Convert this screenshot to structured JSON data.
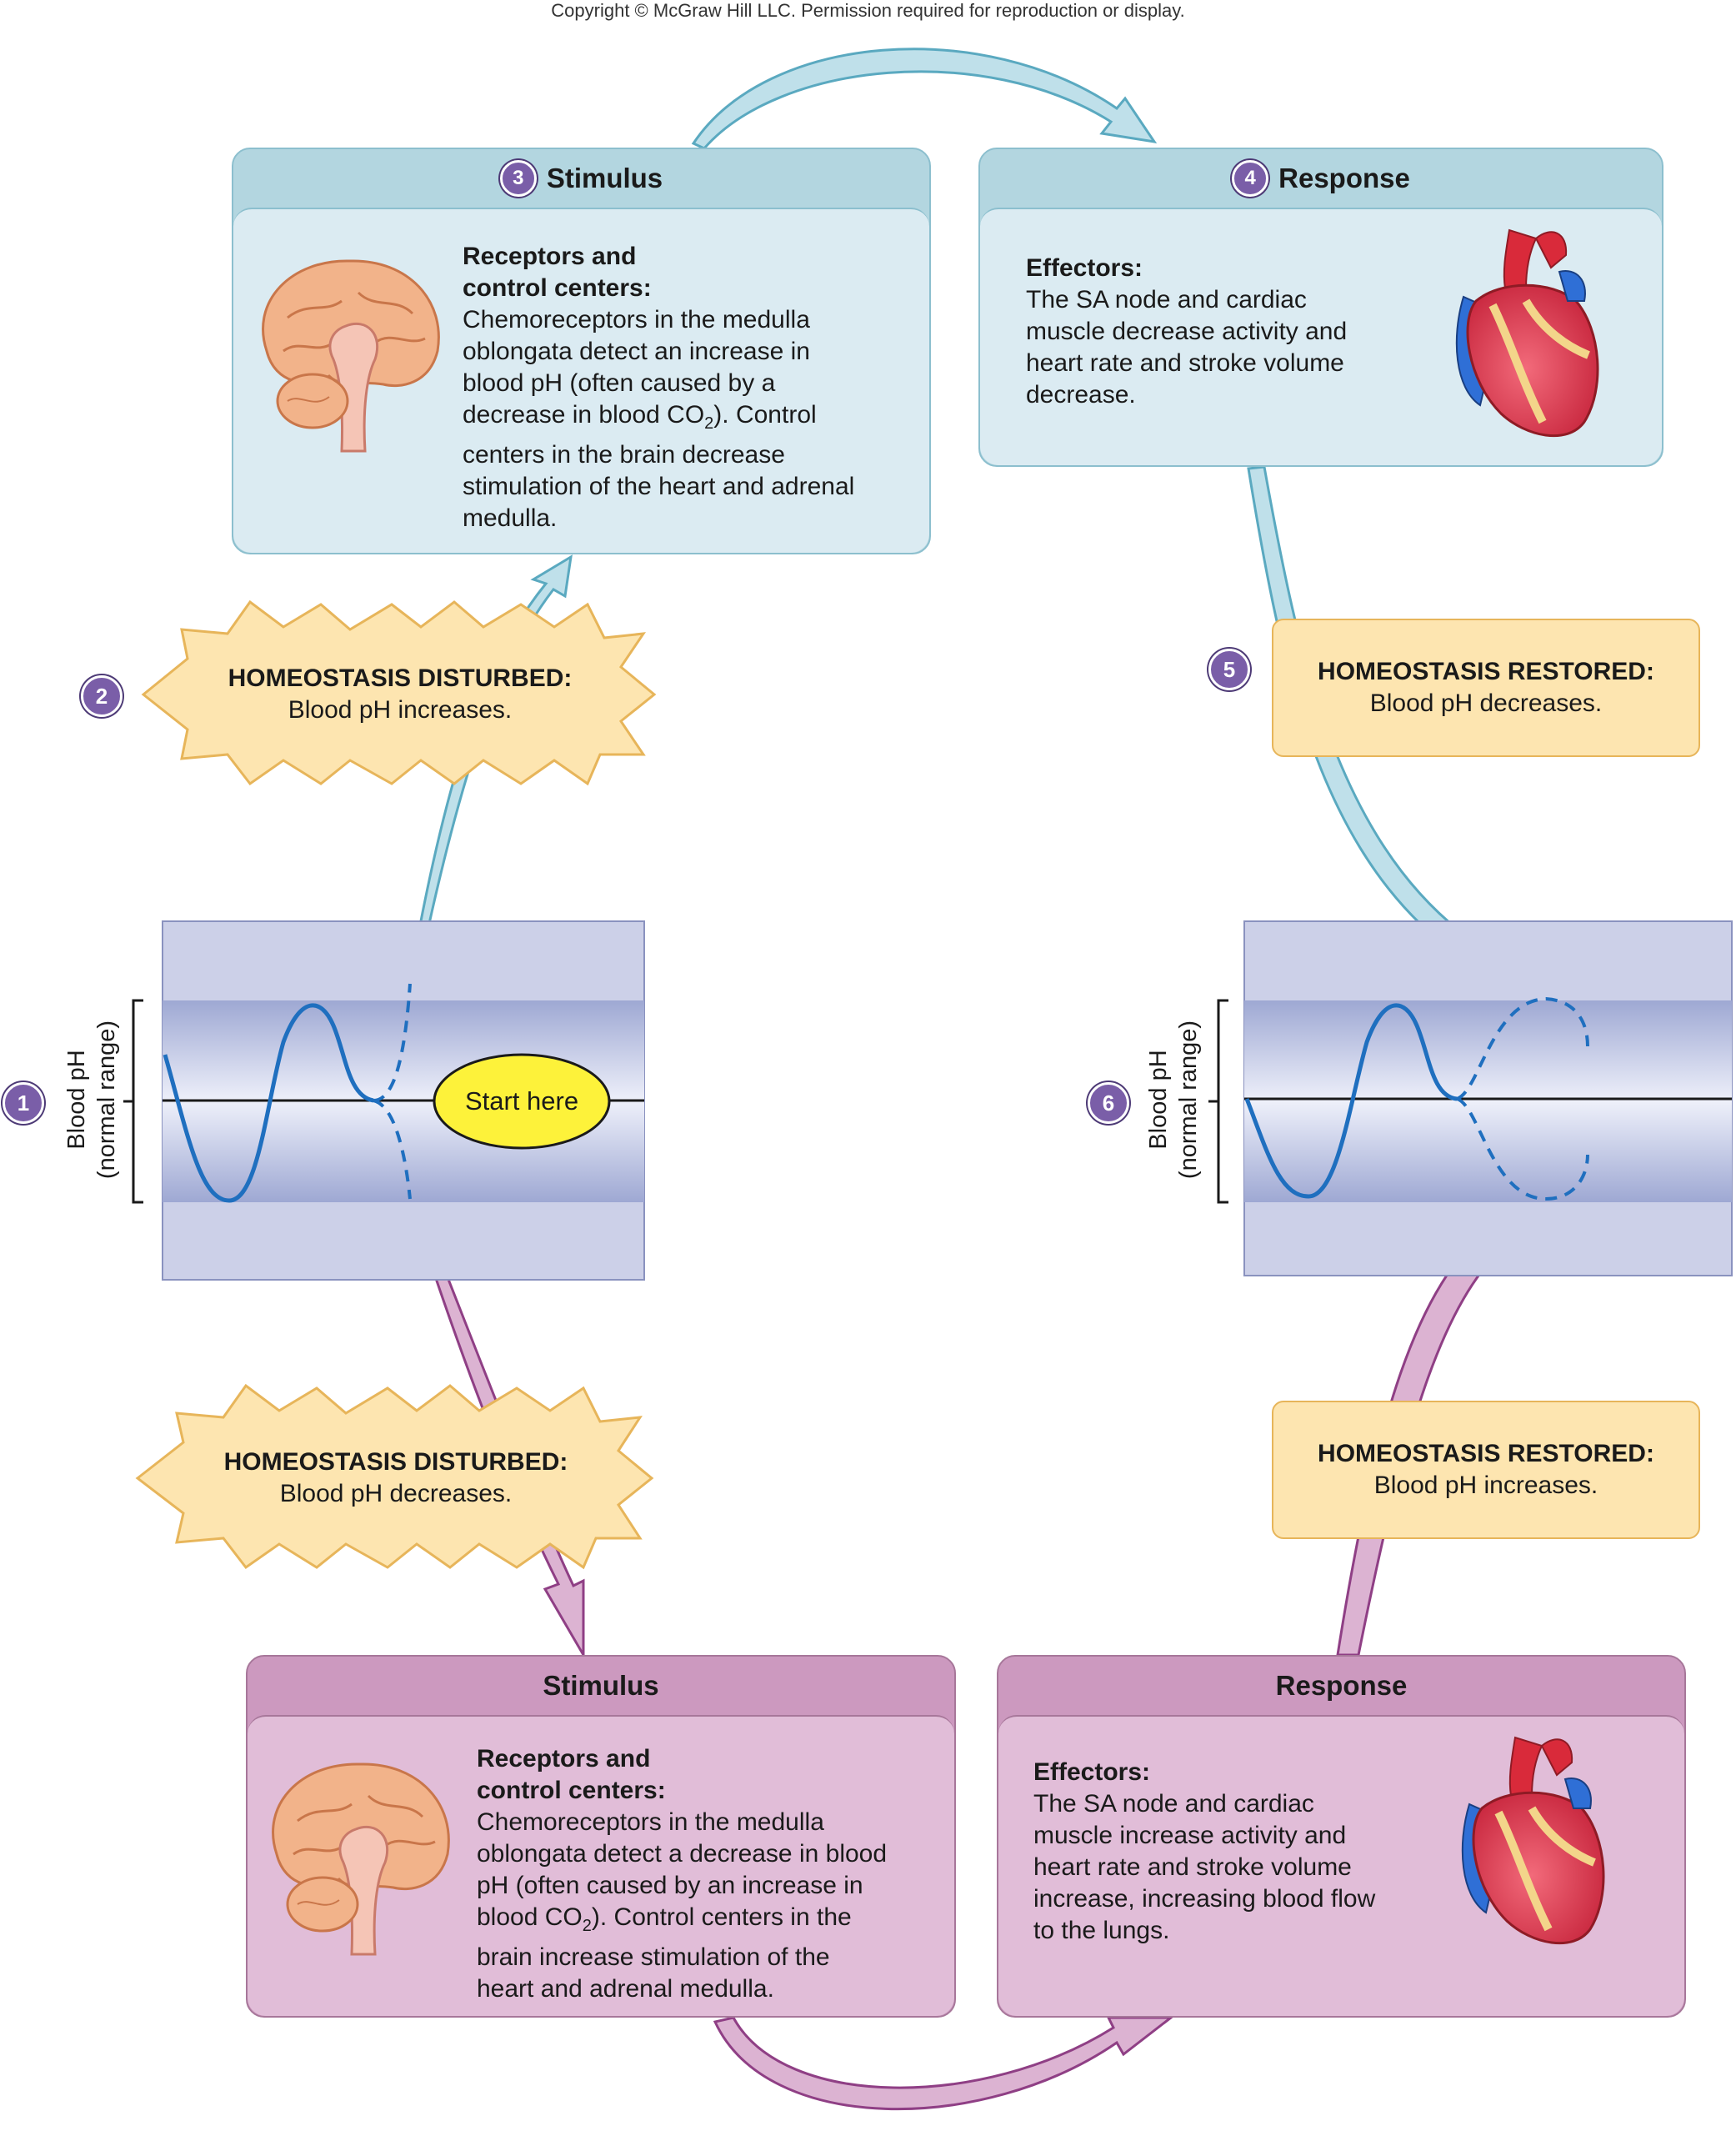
{
  "copyright": "Copyright © McGraw Hill LLC. Permission required for reproduction or display.",
  "steps": {
    "s1": "1",
    "s2": "2",
    "s3": "3",
    "s4": "4",
    "s5": "5",
    "s6": "6"
  },
  "top": {
    "stimulus": {
      "title": "Stimulus",
      "subtitle_l1": "Receptors and",
      "subtitle_l2": "control centers:",
      "lines": [
        "Chemoreceptors in the medulla",
        "oblongata detect an increase in",
        "blood pH (often caused by a",
        "decrease in blood CO",
        "). Control",
        "centers in the brain decrease",
        "stimulation of the heart and adrenal",
        "medulla."
      ],
      "co2_sub": "2"
    },
    "response": {
      "title": "Response",
      "effectors": "Effectors:",
      "lines": [
        "The SA node and cardiac",
        "muscle decrease activity and",
        "heart rate and stroke volume",
        "decrease."
      ]
    },
    "disturbed": {
      "title": "HOMEOSTASIS DISTURBED:",
      "text": "Blood pH increases."
    },
    "restored": {
      "title": "HOMEOSTASIS RESTORED:",
      "text": "Blood pH decreases."
    }
  },
  "bottom": {
    "stimulus": {
      "title": "Stimulus",
      "subtitle_l1": "Receptors and",
      "subtitle_l2": "control centers:",
      "lines": [
        "Chemoreceptors in the medulla",
        "oblongata detect a decrease in blood",
        "pH (often caused by an increase in",
        "blood CO",
        "). Control centers in the",
        "brain increase stimulation of the",
        "heart and adrenal medulla."
      ],
      "co2_sub": "2"
    },
    "response": {
      "title": "Response",
      "effectors": "Effectors:",
      "lines": [
        "The SA node and cardiac",
        "muscle increase activity and",
        "heart rate and stroke volume",
        "increase, increasing blood flow",
        "to the lungs."
      ]
    },
    "disturbed": {
      "title": "HOMEOSTASIS DISTURBED:",
      "text": "Blood pH decreases."
    },
    "restored": {
      "title": "HOMEOSTASIS RESTORED:",
      "text": "Blood pH increases."
    }
  },
  "graph": {
    "axis_l1": "Blood pH",
    "axis_l2": "(normal range)",
    "start": "Start here"
  },
  "colors": {
    "blue_arrow": "#bfe0ea",
    "blue_arrow_edge": "#5aa9c0",
    "pink_arrow": "#dcb3d2",
    "pink_arrow_edge": "#8f3f85",
    "wave": "#1f6fbf",
    "burst": "#fde5b0",
    "burst_edge": "#e7b55a",
    "start_fill": "#fdf23a"
  }
}
